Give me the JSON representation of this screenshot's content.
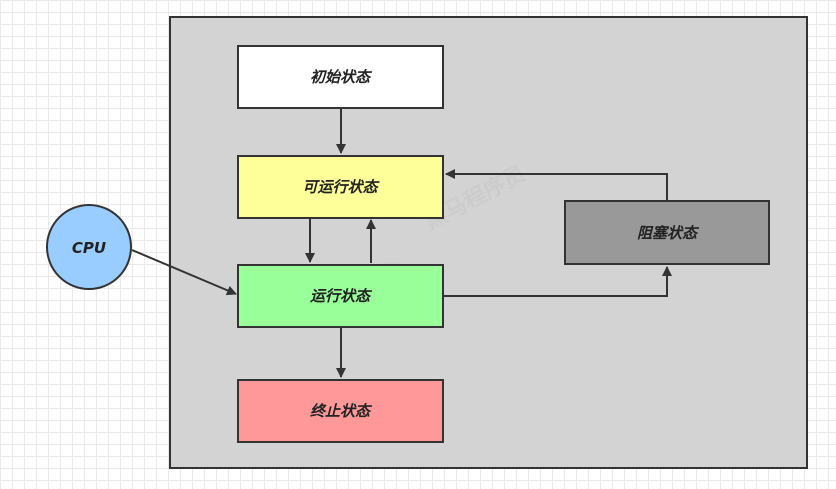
{
  "diagram": {
    "nodes": {
      "initial": {
        "label": "初始状态",
        "fill": "#ffffff"
      },
      "runnable": {
        "label": "可运行状态",
        "fill": "#ffff99"
      },
      "running": {
        "label": "运行状态",
        "fill": "#99ff99"
      },
      "blocked": {
        "label": "阻塞状态",
        "fill": "#999999"
      },
      "terminated": {
        "label": "终止状态",
        "fill": "#ff9999"
      },
      "cpu": {
        "label": "CPU",
        "fill": "#99ccff"
      }
    },
    "container_fill": "#d3d3d3",
    "stroke_color": "#333333",
    "watermark": "黑马程序员"
  }
}
